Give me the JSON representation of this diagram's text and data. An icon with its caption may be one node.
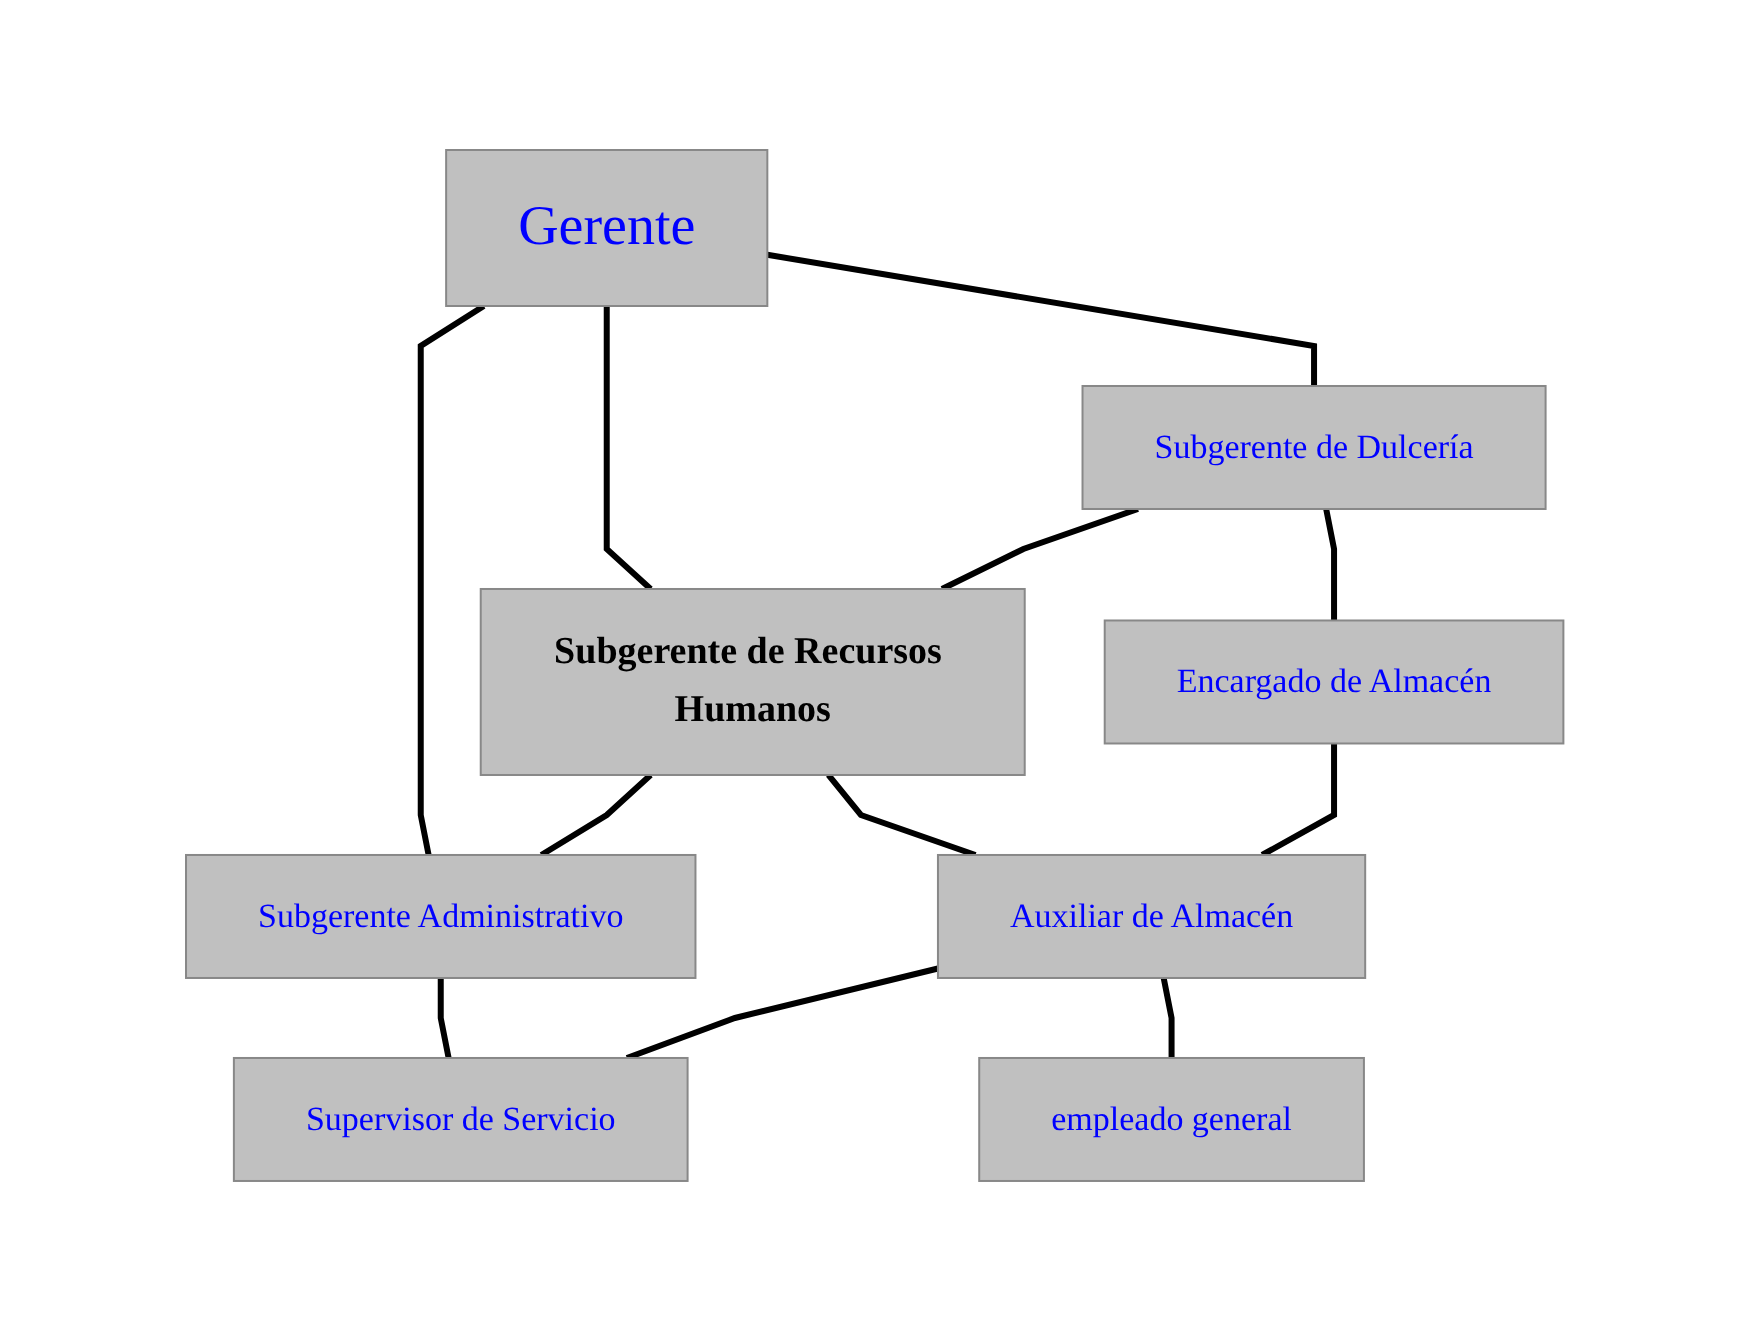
{
  "diagram": {
    "nodes": [
      {
        "text": [
          "Gerente"
        ]
      },
      {
        "text": [
          "Subgerente de Dulcería"
        ]
      },
      {
        "text": [
          "Subgerente de Recursos Humanos"
        ]
      },
      {
        "text": [
          "Subgerente Administrativo"
        ]
      },
      {
        "text": [
          "Encargado de Almacén"
        ]
      },
      {
        "text": [
          "Auxiliar de Almacén"
        ]
      },
      {
        "text": [
          "Supervisor de Servicio"
        ]
      },
      {
        "text": [
          "empleado general"
        ]
      }
    ],
    "edges": [
      {
        "from": 0,
        "to": 1,
        "arrow": "none"
      },
      {
        "from": 0,
        "to": 2,
        "arrow": "none"
      },
      {
        "from": 0,
        "to": 3,
        "arrow": "none"
      },
      {
        "from": 1,
        "to": 2,
        "arrow": "none"
      },
      {
        "from": 2,
        "to": 3,
        "arrow": "none"
      },
      {
        "from": 1,
        "to": 4,
        "arrow": "none"
      },
      {
        "from": 2,
        "to": 5,
        "arrow": "none"
      },
      {
        "from": 3,
        "to": 6,
        "arrow": "none"
      },
      {
        "from": 4,
        "to": 5,
        "arrow": "none"
      },
      {
        "from": 5,
        "to": 6,
        "arrow": "none"
      },
      {
        "from": 5,
        "to": 7,
        "arrow": "none"
      }
    ]
  }
}
